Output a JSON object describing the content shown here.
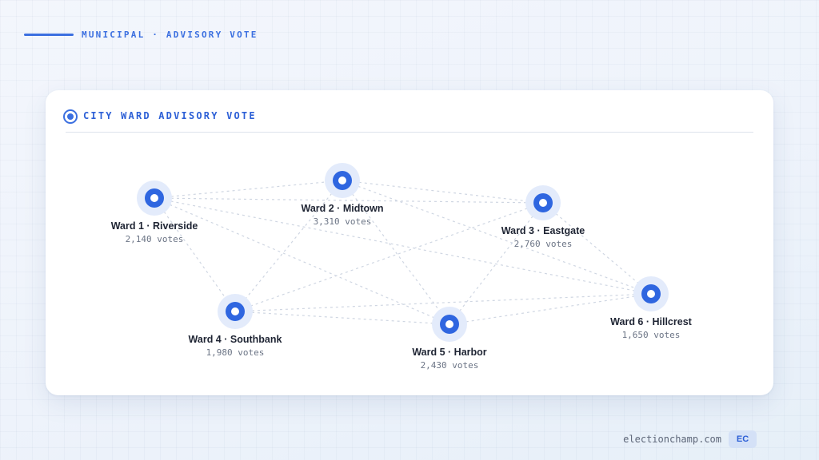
{
  "header": {
    "eyebrow": "MUNICIPAL · ADVISORY VOTE"
  },
  "card": {
    "title": "CITY WARD ADVISORY VOTE"
  },
  "wards": [
    {
      "id": "w1",
      "name": "Ward 1 · Riverside",
      "votes": "2,140 votes"
    },
    {
      "id": "w2",
      "name": "Ward 2 · Midtown",
      "votes": "3,310 votes"
    },
    {
      "id": "w3",
      "name": "Ward 3 · Eastgate",
      "votes": "2,760 votes"
    },
    {
      "id": "w4",
      "name": "Ward 4 · Southbank",
      "votes": "1,980 votes"
    },
    {
      "id": "w5",
      "name": "Ward 5 · Harbor",
      "votes": "2,430 votes"
    },
    {
      "id": "w6",
      "name": "Ward 6 · Hillcrest",
      "votes": "1,650 votes"
    }
  ],
  "connections": [
    [
      "w1",
      "w2"
    ],
    [
      "w1",
      "w3"
    ],
    [
      "w1",
      "w4"
    ],
    [
      "w1",
      "w5"
    ],
    [
      "w1",
      "w6"
    ],
    [
      "w2",
      "w3"
    ],
    [
      "w2",
      "w4"
    ],
    [
      "w2",
      "w5"
    ],
    [
      "w2",
      "w6"
    ],
    [
      "w3",
      "w4"
    ],
    [
      "w3",
      "w5"
    ],
    [
      "w3",
      "w6"
    ],
    [
      "w4",
      "w5"
    ],
    [
      "w4",
      "w6"
    ],
    [
      "w5",
      "w6"
    ]
  ],
  "footer": {
    "site": "electionchamp.com",
    "badge": "EC"
  },
  "colors": {
    "accent": "#2f66e0",
    "halo": "#e3ebfb",
    "edge": "#cfd6e2"
  }
}
